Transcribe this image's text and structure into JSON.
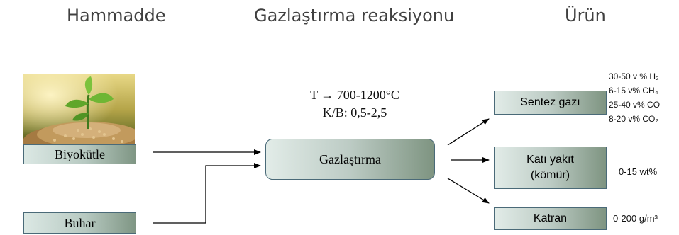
{
  "header": {
    "col1": "Hammadde",
    "col2": "Gazlaştırma reaksiyonu",
    "col3": "Ürün"
  },
  "inputs": {
    "biomass_label": "Biyokütle",
    "steam_label": "Buhar"
  },
  "process": {
    "label": "Gazlaştırma",
    "condition_temp": "T → 700-1200°C",
    "condition_ratio": "K/B: 0,5-2,5"
  },
  "products": {
    "syngas": {
      "label": "Sentez gazı",
      "composition": [
        "30-50 v % H₂",
        "6-15 v% CH₄",
        "25-40 v% CO",
        "8-20 v% CO₂"
      ]
    },
    "char": {
      "label_line1": "Katı yakıt",
      "label_line2": "(kömür)",
      "yield": "0-15 wt%"
    },
    "tar": {
      "label": "Katran",
      "yield": "0-200 g/m³"
    }
  },
  "colors": {
    "box_border": "#4a6a78",
    "box_gradient_dark": "#7f9684",
    "box_gradient_light": "#dbe8e4",
    "arrow": "#000000"
  }
}
